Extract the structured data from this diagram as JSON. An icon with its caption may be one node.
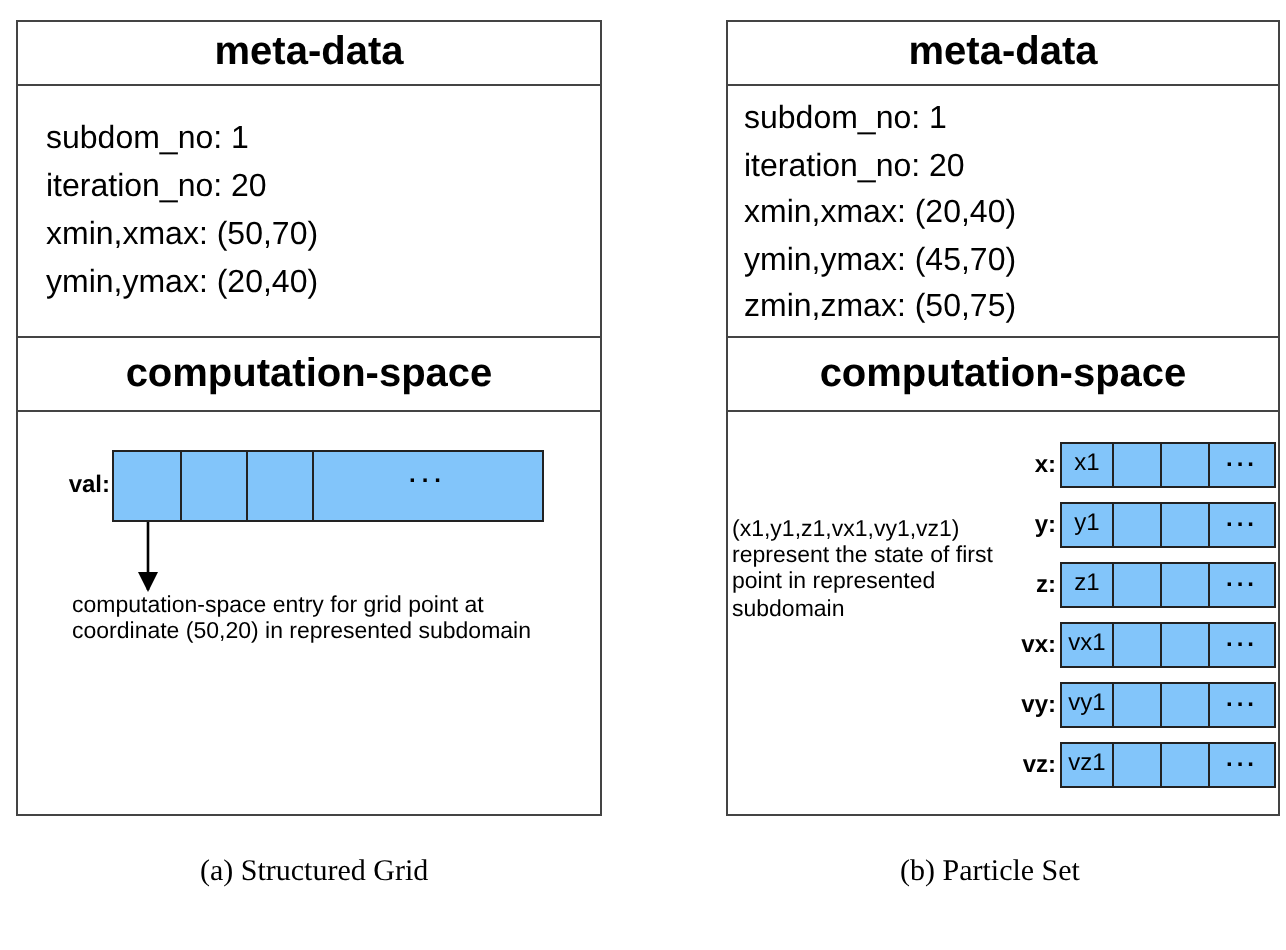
{
  "diagram": {
    "nodes": [
      {
        "text": [
          "meta-data",
          "subdom_no: 1",
          "iteration_no: 20",
          "xmin,xmax: (50,70)",
          "ymin,ymax: (20,40)"
        ]
      },
      {
        "text": [
          "computation-space"
        ]
      },
      {
        "text": [
          "val:",
          "..."
        ],
        "in": 1
      },
      {
        "text": [
          "computation-space entry for grid point at coordinate (50,20) in represented subdomain"
        ],
        "in": 1
      },
      {
        "text": [
          "meta-data",
          "subdom_no: 1",
          "iteration_no: 20",
          "xmin,xmax: (20,40)",
          "ymin,ymax: (45,70)",
          "zmin,zmax: (50,75)"
        ]
      },
      {
        "text": [
          "computation-space"
        ]
      },
      {
        "text": [
          "(x1,y1,z1,vx1,vy1,vz1) represent the state of first point in represented subdomain"
        ],
        "in": 5
      },
      {
        "text": [
          "x:",
          "x1",
          "..."
        ],
        "in": 5
      },
      {
        "text": [
          "y:",
          "y1",
          "..."
        ],
        "in": 5
      },
      {
        "text": [
          "z:",
          "z1",
          "..."
        ],
        "in": 5
      },
      {
        "text": [
          "vx:",
          "vx1",
          "..."
        ],
        "in": 5
      },
      {
        "text": [
          "vy:",
          "vy1",
          "..."
        ],
        "in": 5
      },
      {
        "text": [
          "vz:",
          "vz1",
          "..."
        ],
        "in": 5
      }
    ],
    "edges": [
      {
        "from": 2,
        "to": 3,
        "arrow": "to"
      }
    ],
    "labels": [
      "(a) Structured Grid",
      "(b) Particle Set"
    ]
  }
}
